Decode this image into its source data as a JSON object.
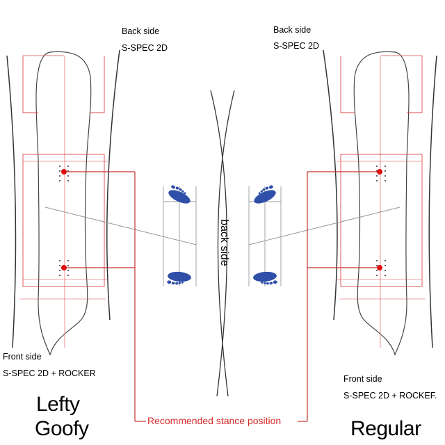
{
  "labels": {
    "back_side_left": "Back side",
    "spec_back_left": "S-SPEC 2D",
    "back_side_right": "Back side",
    "spec_back_right": "S-SPEC 2D",
    "front_side_left": "Front side",
    "spec_front_left": "S-SPEC 2D + ROCKER",
    "front_side_right": "Front side",
    "spec_front_right": "S-SPEC 2D + ROCKEF.",
    "center_back_side": "back side",
    "stance_position": "Recommended stance position",
    "lefty": "Lefty",
    "goofy": "Goofy",
    "regular": "Regular"
  },
  "icons": {
    "foot": "footprint-icon"
  },
  "colors": {
    "guide_red": "#e04848",
    "stance_red": "#d42a2a",
    "dot_red": "#e01010",
    "foot_blue": "#2f4fa8",
    "outline": "#333333",
    "center_line": "#e89090"
  }
}
